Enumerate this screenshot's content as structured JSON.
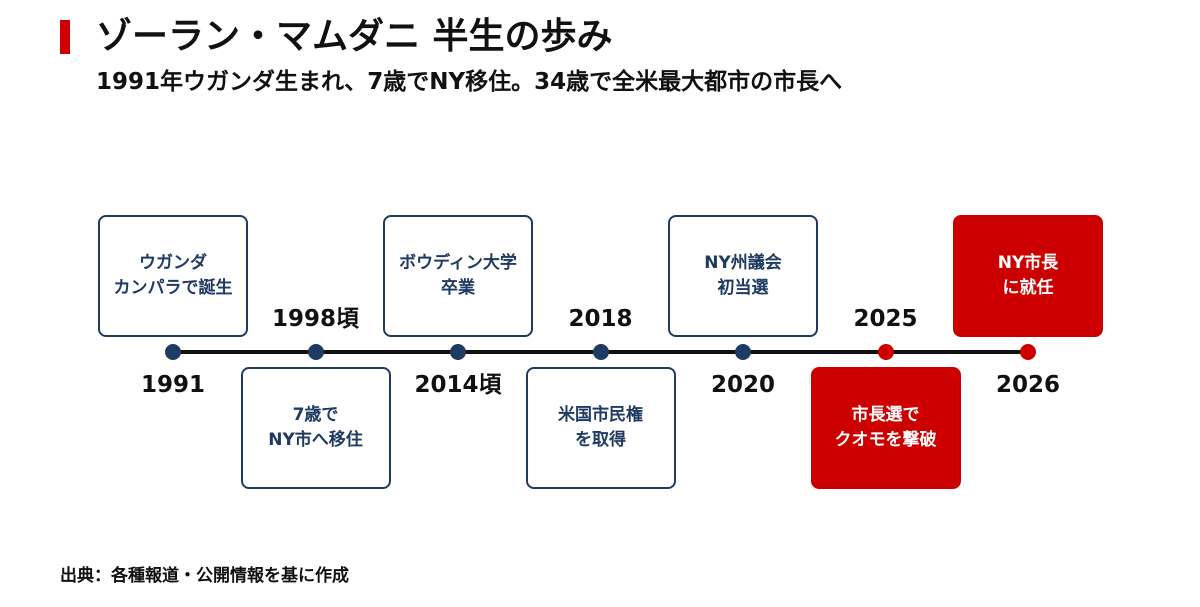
{
  "header": {
    "title": "ゾーラン・マムダニ 半生の歩み",
    "subtitle": "1991年ウガンダ生まれ、7歳でNY移住。34歳で全米最大都市の市長へ"
  },
  "footer": {
    "source": "出典：各種報道・公開情報を基に作成"
  },
  "colors": {
    "accent": "#cc0000",
    "navy": "#1f3b61",
    "line": "#111111"
  },
  "events": [
    {
      "year": "1991",
      "label": "ウガンダ\nカンパラで誕生",
      "position": "top",
      "highlight": false
    },
    {
      "year": "1998頃",
      "label": "7歳で\nNY市へ移住",
      "position": "bottom",
      "highlight": false
    },
    {
      "year": "2014頃",
      "label": "ボウディン大学\n卒業",
      "position": "top",
      "highlight": false
    },
    {
      "year": "2018",
      "label": "米国市民権\nを取得",
      "position": "bottom",
      "highlight": false
    },
    {
      "year": "2020",
      "label": "NY州議会\n初当選",
      "position": "top",
      "highlight": false
    },
    {
      "year": "2025",
      "label": "市長選で\nクオモを撃破",
      "position": "bottom",
      "highlight": true
    },
    {
      "year": "2026",
      "label": "NY市長\nに就任",
      "position": "top",
      "highlight": true
    }
  ]
}
